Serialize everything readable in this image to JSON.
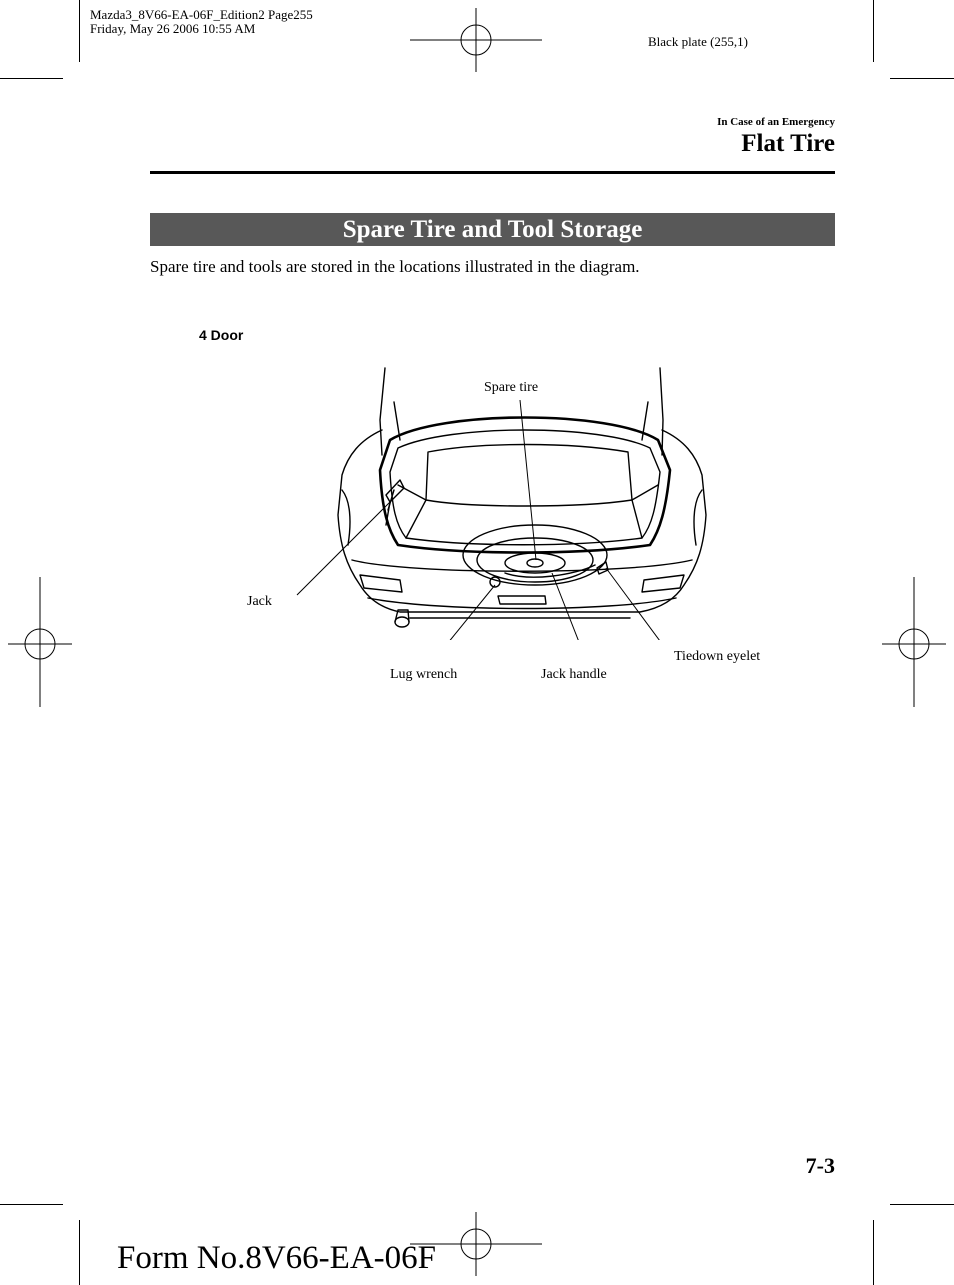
{
  "slug": {
    "line1": "Mazda3_8V66-EA-06F_Edition2 Page255",
    "line2": "Friday, May 26 2006 10:55 AM",
    "plate": "Black plate (255,1)"
  },
  "header": {
    "section": "In Case of an Emergency",
    "title": "Flat Tire"
  },
  "banner": "Spare Tire and Tool Storage",
  "intro": "Spare tire and tools are stored in the locations illustrated in the diagram.",
  "figure": {
    "variant": "4 Door",
    "callouts": {
      "spare_tire": "Spare tire",
      "jack": "Jack",
      "lug_wrench": "Lug wrench",
      "jack_handle": "Jack handle",
      "tiedown_eyelet": "Tiedown eyelet"
    }
  },
  "footer": {
    "page_number": "7-3",
    "form_number": "Form No.8V66-EA-06F"
  }
}
